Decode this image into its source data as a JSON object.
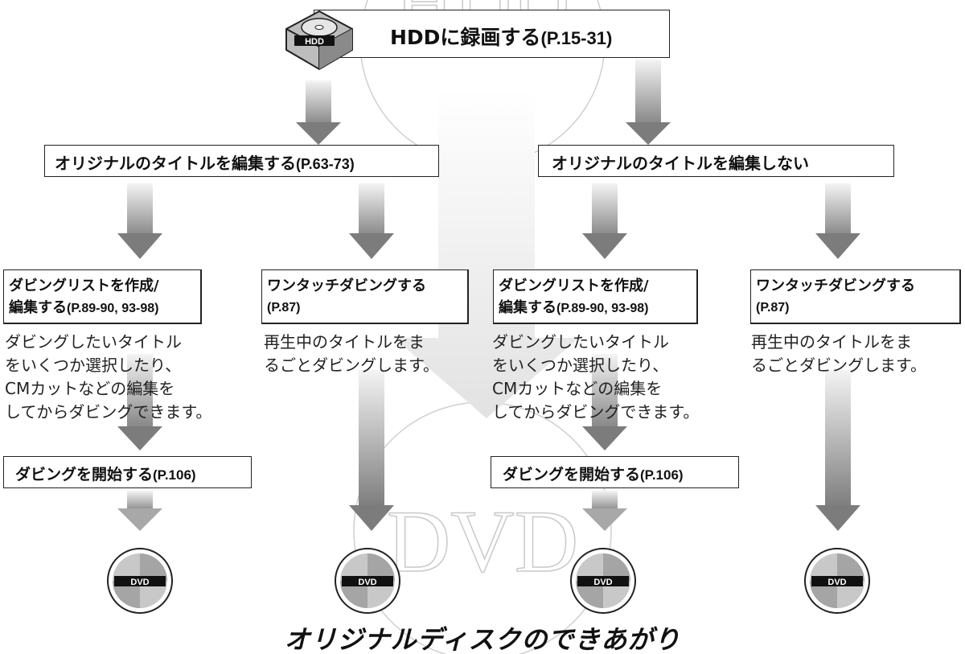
{
  "watermarks": {
    "top": "HDD",
    "bottom": "DVD"
  },
  "top_box": {
    "title": "HDDに録画する",
    "page": "(P.15-31)",
    "icon_label": "HDD"
  },
  "branch_left": {
    "title": "オリジナルのタイトルを編集する",
    "page": "(P.63-73)"
  },
  "branch_right": {
    "title": "オリジナルのタイトルを編集しない"
  },
  "col1": {
    "line1": "ダビングリストを作成/",
    "line2": "編集する",
    "page": "(P.89-90, 93-98)",
    "desc": [
      "ダビングしたいタイトル",
      "をいくつか選択したり、",
      "CMカットなどの編集を",
      "してからダビングできます。"
    ],
    "start_title": "ダビングを開始する",
    "start_page": "(P.106)"
  },
  "col2": {
    "line1": "ワンタッチダビングする",
    "page": "(P.87)",
    "desc": [
      "再生中のタイトルをま",
      "るごとダビングします。"
    ]
  },
  "col3": {
    "line1": "ダビングリストを作成/",
    "line2": "編集する",
    "page": "(P.89-90, 93-98)",
    "desc": [
      "ダビングしたいタイトル",
      "をいくつか選択したり、",
      "CMカットなどの編集を",
      "してからダビングできます。"
    ],
    "start_title": "ダビングを開始する",
    "start_page": "(P.106)"
  },
  "col4": {
    "line1": "ワンタッチダビングする",
    "page": "(P.87)",
    "desc": [
      "再生中のタイトルをま",
      "るごとダビングします。"
    ]
  },
  "disc_label": "DVD",
  "footer": "オリジナルディスクのできあがり",
  "colors": {
    "arrow_light": "#f2f2f2",
    "arrow_dark": "#808080",
    "watermark": "#c9c9c9",
    "border": "#222222"
  }
}
